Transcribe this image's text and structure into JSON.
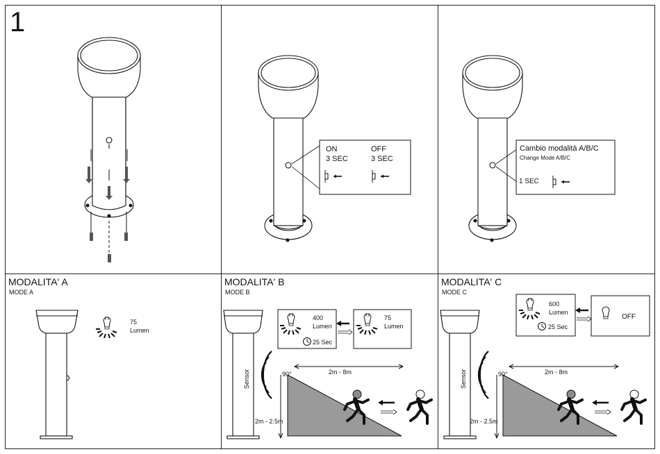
{
  "step_number": "1",
  "panel_b": {
    "on_label": "ON",
    "on_time": "3 SEC",
    "off_label": "OFF",
    "off_time": "3 SEC"
  },
  "panel_c": {
    "title": "Cambio modalità A/B/C",
    "subtitle": "Change Mode A/B/C",
    "time": "1 SEC"
  },
  "mode_a": {
    "title": "MODALITA' A",
    "subtitle": "MODE A",
    "lumen_value": "75",
    "lumen_unit": "Lumen"
  },
  "mode_b": {
    "title": "MODALITA' B",
    "subtitle": "MODE B",
    "high_value": "400",
    "high_unit": "Lumen",
    "timer": "25 Sec",
    "low_value": "75",
    "low_unit": "Lumen",
    "sensor": "Sensor",
    "angle": "90°",
    "range": "2m - 8m",
    "height": "2m - 2.5m"
  },
  "mode_c": {
    "title": "MODALITA' C",
    "subtitle": "MODE C",
    "high_value": "600",
    "high_unit": "Lumen",
    "timer": "25 Sec",
    "off_label": "OFF",
    "sensor": "Sensor",
    "angle": "90°",
    "range": "2m - 8m",
    "height": "2m - 2.5m"
  }
}
